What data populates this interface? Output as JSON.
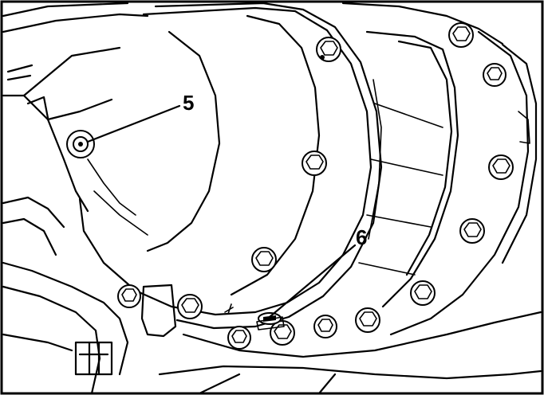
{
  "diagram": {
    "callouts": [
      {
        "id": "5",
        "label": "5"
      },
      {
        "id": "6",
        "label": "6"
      }
    ],
    "colors": {
      "line": "#000000",
      "background": "#ffffff"
    }
  }
}
